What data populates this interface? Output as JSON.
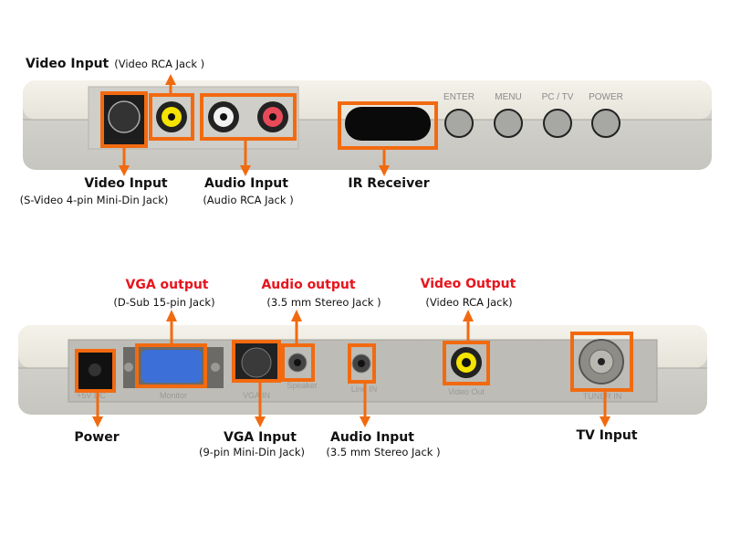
{
  "accent_color": "#f26a10",
  "heading_red": "#e8141c",
  "front_panel": {
    "buttons": [
      "ENTER",
      "MENU",
      "PC / TV",
      "POWER"
    ],
    "callouts": {
      "video_rca": {
        "title": "Video Input",
        "sub": "(Video RCA Jack )"
      },
      "svideo": {
        "title": "Video Input",
        "sub": "(S-Video 4-pin Mini-Din Jack)"
      },
      "audio_rca": {
        "title": "Audio Input",
        "sub": "(Audio RCA Jack )"
      },
      "ir": {
        "title": "IR Receiver"
      }
    }
  },
  "rear_panel": {
    "port_labels": {
      "power": "+5V DC",
      "monitor": "Monitor",
      "vga_in": "VGA IN",
      "speaker": "Speaker",
      "line_in": "Line IN",
      "video_out": "Video Out",
      "tuner_in": "TUNER IN"
    },
    "callouts": {
      "vga_out": {
        "title": "VGA output",
        "sub": "(D-Sub 15-pin Jack)"
      },
      "audio_out": {
        "title": "Audio output",
        "sub": "(3.5 mm Stereo Jack )"
      },
      "video_out": {
        "title": "Video Output",
        "sub": "(Video RCA Jack)"
      },
      "power": {
        "title": "Power"
      },
      "vga_in": {
        "title": "VGA Input",
        "sub": "(9-pin Mini-Din Jack)"
      },
      "audio_in": {
        "title": "Audio Input",
        "sub": "(3.5 mm Stereo Jack )"
      },
      "tv_in": {
        "title": "TV Input"
      }
    }
  }
}
